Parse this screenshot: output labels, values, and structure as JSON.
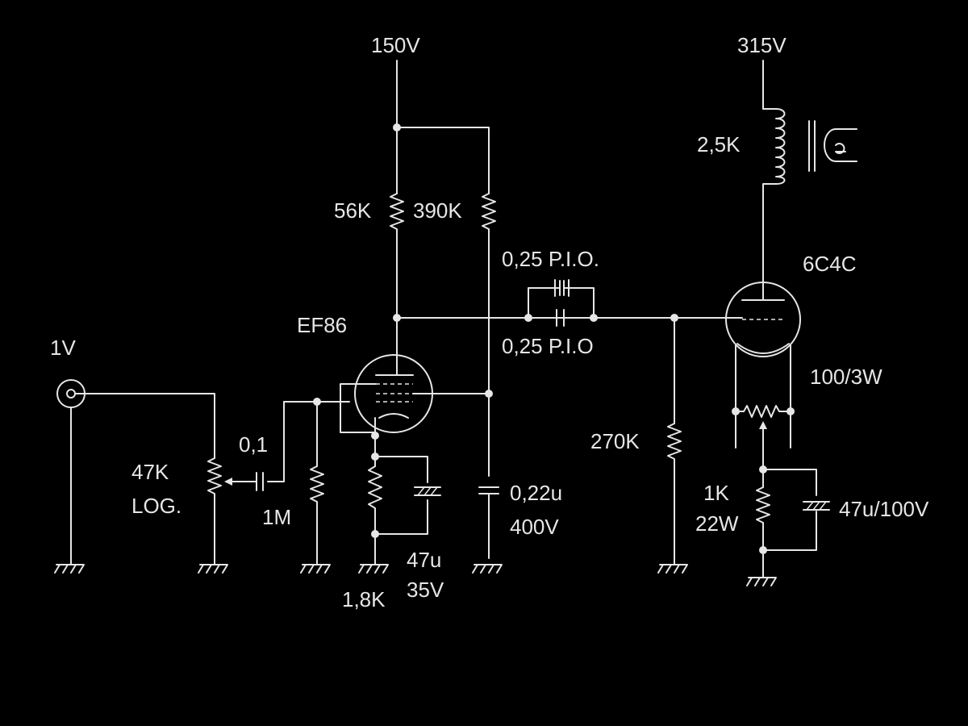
{
  "supply": {
    "v150": "150V",
    "v315": "315V"
  },
  "input": {
    "level": "1V"
  },
  "tubes": {
    "pentode": "EF86",
    "triode": "6C4C"
  },
  "parts": {
    "r56k": "56K",
    "r390k": "390K",
    "c_pio_top": "0,25 P.I.O.",
    "c_pio_bottom": "0,25 P.I.O",
    "r270k": "270K",
    "c_in": "0,1",
    "pot_value": "47K",
    "pot_taper": "LOG.",
    "r1m": "1M",
    "c022_value": "0,22u",
    "c022_voltage": "400V",
    "c47u_value": "47u",
    "c47u_voltage": "35V",
    "r18k": "1,8K",
    "transformer": "2,5K",
    "hum_pot": "100/3W",
    "r1k_value": "1K",
    "r1k_power": "22W",
    "c47u100": "47u/100V"
  },
  "colors": {
    "background": "#000000",
    "ink": "#e6e6e6"
  }
}
